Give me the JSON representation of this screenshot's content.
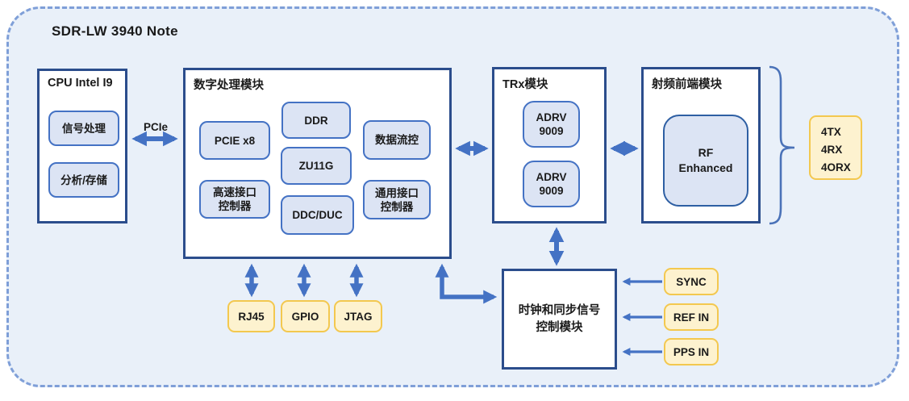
{
  "title": "SDR-LW 3940 Note",
  "modules": {
    "cpu": {
      "title": "CPU Intel I9",
      "blocks": [
        {
          "label": "信号处理"
        },
        {
          "label": "分析/存储"
        }
      ]
    },
    "digital": {
      "title": "数字处理模块",
      "blocks": [
        {
          "label": "PCIE x8"
        },
        {
          "lines": [
            "高速接口",
            "控制器"
          ]
        },
        {
          "label": "DDR"
        },
        {
          "label": "ZU11G"
        },
        {
          "label": "DDC/DUC"
        },
        {
          "label": "数据流控"
        },
        {
          "lines": [
            "通用接口",
            "控制器"
          ]
        }
      ]
    },
    "trx": {
      "title": "TRx模块",
      "blocks": [
        {
          "lines": [
            "ADRV",
            "9009"
          ]
        },
        {
          "lines": [
            "ADRV",
            "9009"
          ]
        }
      ]
    },
    "rf": {
      "title": "射频前端模块",
      "blocks": [
        {
          "lines": [
            "RF",
            "Enhanced"
          ]
        }
      ]
    },
    "clock": {
      "lines": [
        "时钟和同步信号",
        "控制模块"
      ]
    }
  },
  "labels": {
    "pcie": "PCIe"
  },
  "ports": {
    "bottom": [
      {
        "label": "RJ45"
      },
      {
        "label": "GPIO"
      },
      {
        "label": "JTAG"
      }
    ],
    "rf_channels": {
      "lines": [
        "4TX",
        "4RX",
        "4ORX"
      ]
    },
    "clock_inputs": [
      {
        "label": "SYNC"
      },
      {
        "label": "REF IN"
      },
      {
        "label": "PPS IN"
      }
    ]
  },
  "colors": {
    "arrow": "#4472c4",
    "module_border": "#2b4d8c",
    "block_fill": "#dce4f4",
    "block_border": "#4472c4",
    "yellow_fill": "#fdf2cf",
    "yellow_border": "#f3c84f",
    "canvas_fill": "#e9f0f9",
    "canvas_border": "#7f9fd8",
    "brace": "#4a72b8",
    "text": "#1a1a1a"
  }
}
